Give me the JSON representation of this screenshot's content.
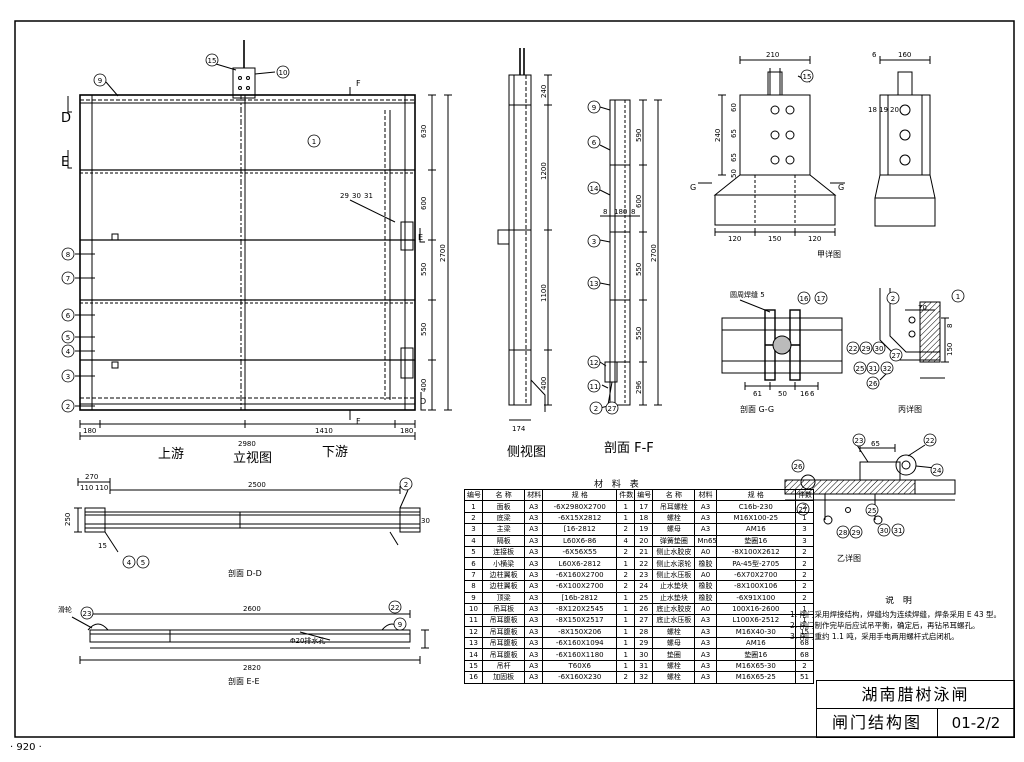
{
  "drawing": {
    "views": {
      "elevation_title": "立视图",
      "side_title": "侧视图",
      "section_ff_title": "剖面 F-F",
      "section_dd_title": "剖面 D-D",
      "section_ee_title": "剖面 E-E",
      "detail_a_title": "甲详图",
      "detail_b_title": "丙详图",
      "detail_y_title": "乙详图",
      "section_gg_title": "剖面 G-G",
      "upstream": "上游",
      "downstream": "下游"
    },
    "elevation_dims": {
      "total_width": "2980",
      "left_offset": "180",
      "half_width": "1410",
      "right_offset": "180",
      "vertical": [
        "630",
        "600",
        "550",
        "550",
        "400"
      ],
      "total_height": "2700"
    },
    "side_dims": [
      "240",
      "1200",
      "1100",
      "400",
      "174"
    ],
    "ff_dims": [
      "590",
      "600",
      "550",
      "550",
      "296",
      "2700",
      "8",
      "180",
      "8"
    ],
    "dd_dims": {
      "width": "2500",
      "d1": "270",
      "d2": "110",
      "d3": "110",
      "d4": "250",
      "d5": "15"
    },
    "ee_dims": {
      "width1": "2600",
      "width2": "2820",
      "note": "Φ20排水孔",
      "label": "滑轮"
    },
    "detail_a_dims": [
      "210",
      "160",
      "240",
      "60",
      "65",
      "65",
      "50",
      "120",
      "150",
      "120",
      "6"
    ],
    "gg_dims": [
      "61",
      "50",
      "16",
      "6"
    ],
    "detail_b_dims": [
      "70",
      "8",
      "150"
    ],
    "detail_y_dims": [
      "65"
    ],
    "callouts": [
      "15",
      "10",
      "9",
      "1",
      "29",
      "30",
      "31",
      "8",
      "7",
      "6",
      "5",
      "4",
      "3",
      "2",
      "18",
      "19",
      "20",
      "16",
      "17",
      "22",
      "23",
      "24",
      "25",
      "26",
      "27",
      "28",
      "32",
      "11",
      "12",
      "13",
      "14"
    ],
    "section_marks": {
      "D": "D",
      "E": "E",
      "F": "F",
      "G": "G"
    },
    "weld_note": "圆周焊缝 5"
  },
  "materials": {
    "title": "材 料 表",
    "headers": [
      "编号",
      "名 称",
      "材料",
      "规 格",
      "件数",
      "编号",
      "名 称",
      "材料",
      "规 格",
      "件数"
    ],
    "rows": [
      [
        "1",
        "面板",
        "A3",
        "-6X2980X2700",
        "1",
        "17",
        "吊耳螺栓",
        "A3",
        "C16b-230",
        "2"
      ],
      [
        "2",
        "底梁",
        "A3",
        "-6X15X2812",
        "1",
        "18",
        "螺栓",
        "A3",
        "M16X100-25",
        "1"
      ],
      [
        "3",
        "主梁",
        "A3",
        "[16-2812",
        "2",
        "19",
        "螺母",
        "A3",
        "AM16",
        "3"
      ],
      [
        "4",
        "隔板",
        "A3",
        "L60X6-86",
        "4",
        "20",
        "弹簧垫圈",
        "Mn65",
        "垫圈16",
        "3"
      ],
      [
        "5",
        "连接板",
        "A3",
        "-6X56X55",
        "2",
        "21",
        "侧止水胶皮",
        "A0",
        "-8X100X2612",
        "2"
      ],
      [
        "6",
        "小横梁",
        "A3",
        "L60X6-2812",
        "1",
        "22",
        "侧止水滚轮",
        "橡胶",
        "PA-45型-2705",
        "2"
      ],
      [
        "7",
        "边柱翼板",
        "A3",
        "-6X160X2700",
        "2",
        "23",
        "侧止水压板",
        "A0",
        "-6X70X2700",
        "2"
      ],
      [
        "8",
        "边柱翼板",
        "A3",
        "-6X100X2700",
        "2",
        "24",
        "止水垫块",
        "橡胶",
        "-8X100X106",
        "2"
      ],
      [
        "9",
        "顶梁",
        "A3",
        "[16b-2812",
        "1",
        "25",
        "止水垫块",
        "橡胶",
        "-6X91X100",
        "2"
      ],
      [
        "10",
        "吊耳板",
        "A3",
        "-8X120X2545",
        "1",
        "26",
        "底止水胶皮",
        "A0",
        "100X16-2600",
        "1"
      ],
      [
        "11",
        "吊耳腹板",
        "A3",
        "-8X150X2517",
        "1",
        "27",
        "底止水压板",
        "A3",
        "L100X6-2512",
        "1"
      ],
      [
        "12",
        "吊耳腹板",
        "A3",
        "-8X150X206",
        "1",
        "28",
        "螺栓",
        "A3",
        "M16X40-30",
        "15"
      ],
      [
        "13",
        "吊耳腹板",
        "A3",
        "-6X160X1094",
        "1",
        "29",
        "螺母",
        "A3",
        "AM16",
        "68"
      ],
      [
        "14",
        "吊耳腹板",
        "A3",
        "-6X160X1180",
        "1",
        "30",
        "垫圈",
        "A3",
        "垫圈16",
        "68"
      ],
      [
        "15",
        "吊杆",
        "A3",
        "T60X6",
        "1",
        "31",
        "螺栓",
        "A3",
        "M16X65-30",
        "2"
      ],
      [
        "16",
        "加固板",
        "A3",
        "-6X160X230",
        "2",
        "32",
        "螺栓",
        "A3",
        "M16X65-25",
        "51"
      ]
    ]
  },
  "notes": {
    "title": "说 明",
    "items": [
      "1. 闸门采用焊接结构，焊缝均为连续焊缝，焊条采用 E 43 型。",
      "2. 闸门制作完毕后应试吊平衡，确定后，再钻吊耳螺孔。",
      "3. 闸门重约 1.1 吨，采用手电两用螺杆式启闭机。"
    ]
  },
  "title_block": {
    "project": "湖南腊树泳闸",
    "drawing_name": "闸门结构图",
    "drawing_no": "01-2/2"
  },
  "page_number": "· 920 ·"
}
